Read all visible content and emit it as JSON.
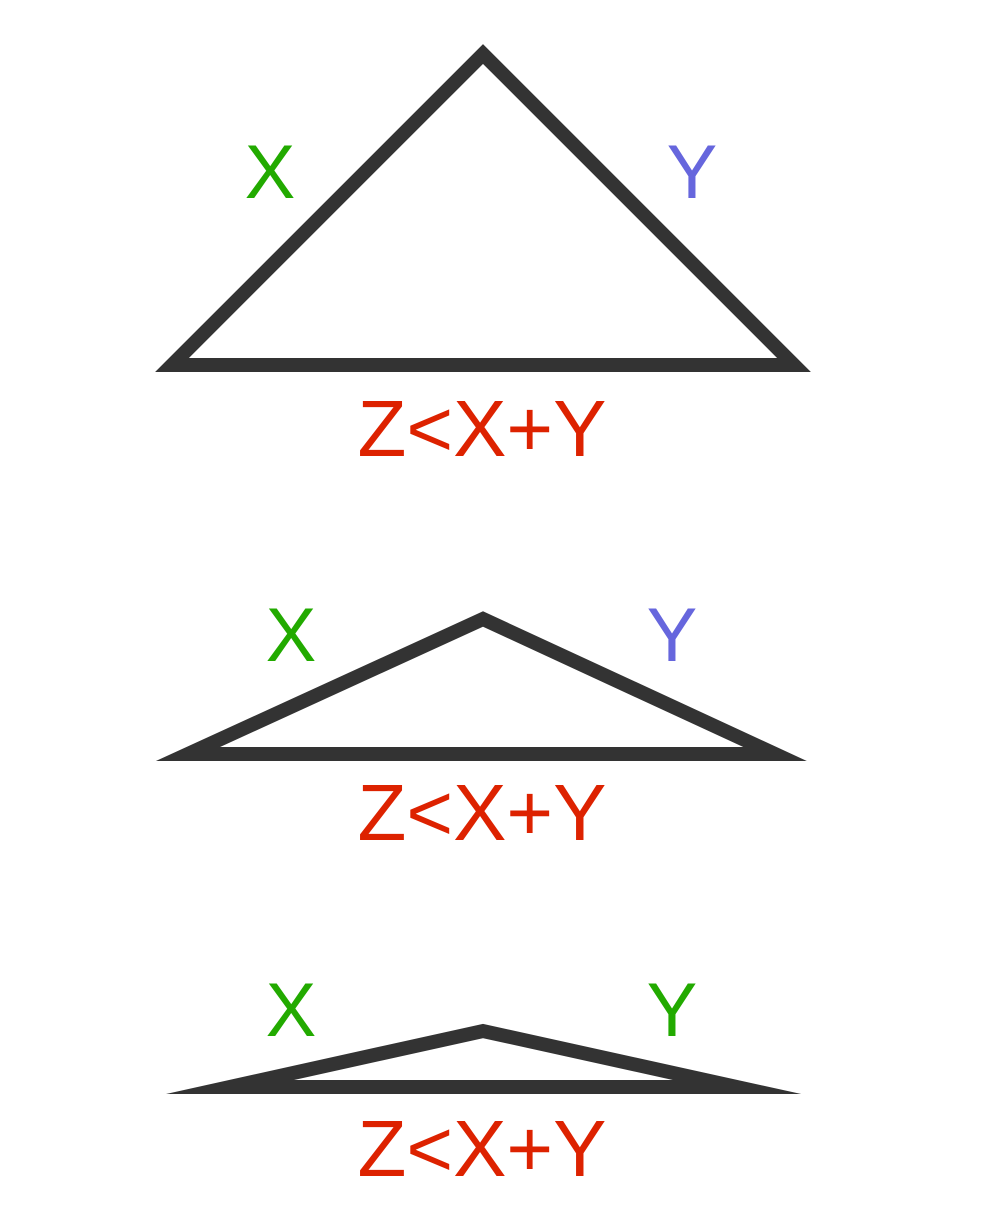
{
  "colors": {
    "background": "#ffffff",
    "outline": "#333333",
    "x_label": "#22aa00",
    "y_label_blue": "#6666dd",
    "y_label_green": "#22aa00",
    "inequality": "#dd2200"
  },
  "triangles": [
    {
      "x_label": "X",
      "y_label": "Y",
      "y_color": "#6666dd",
      "inequality": "Z<X+Y"
    },
    {
      "x_label": "X",
      "y_label": "Y",
      "y_color": "#6666dd",
      "inequality": "Z<X+Y"
    },
    {
      "x_label": "X",
      "y_label": "Y",
      "y_color": "#22aa00",
      "inequality": "Z<X+Y"
    }
  ]
}
